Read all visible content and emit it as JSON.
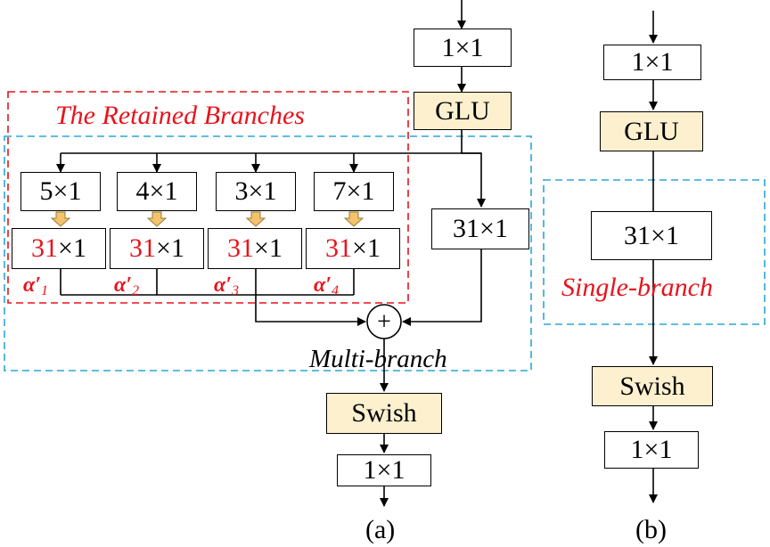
{
  "panel_a": {
    "conv_in": "1×1",
    "glu": "GLU",
    "retained_title": "The Retained Branches",
    "branches": [
      {
        "kernel": "5×1",
        "dilated_red": "31",
        "dilated_rest": "×1",
        "alpha": "α′",
        "alpha_sub": "1"
      },
      {
        "kernel": "4×1",
        "dilated_red": "31",
        "dilated_rest": "×1",
        "alpha": "α′",
        "alpha_sub": "2"
      },
      {
        "kernel": "3×1",
        "dilated_red": "31",
        "dilated_rest": "×1",
        "alpha": "α′",
        "alpha_sub": "3"
      },
      {
        "kernel": "7×1",
        "dilated_red": "31",
        "dilated_rest": "×1",
        "alpha": "α′",
        "alpha_sub": "4"
      }
    ],
    "main_branch": "31×1",
    "sum_symbol": "+",
    "multi_branch_label": "Multi-branch",
    "swish": "Swish",
    "conv_out": "1×1",
    "caption": "(a)"
  },
  "panel_b": {
    "conv_in": "1×1",
    "glu": "GLU",
    "main_branch": "31×1",
    "single_branch_label": "Single-branch",
    "swish": "Swish",
    "conv_out": "1×1",
    "caption": "(b)"
  },
  "colors": {
    "retained_border": "#e8131b",
    "branch_border": "#2aa7d6",
    "fill": "#fcf0cf",
    "small_arrow": "#f3c36b"
  }
}
